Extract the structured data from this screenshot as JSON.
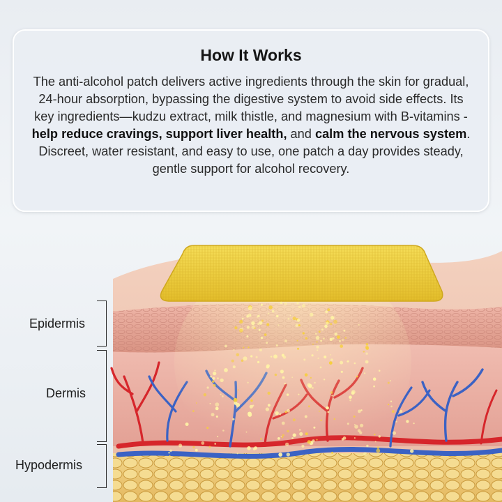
{
  "card": {
    "title": "How It Works",
    "body": {
      "part1": "The anti-alcohol patch delivers active ingredients through the skin for gradual, 24-hour absorption, bypassing the digestive system to avoid side effects. Its key ingredients—kudzu extract, milk thistle, and magnesium with B-vitamins - ",
      "bold1": "help reduce cravings, support liver health,",
      "part2": " and ",
      "bold2": "calm the nervous system",
      "part3": ". Discreet, water resistant, and easy to use, one patch a day provides steady, gentle support for alcohol recovery."
    }
  },
  "layers": {
    "epidermis": "Epidermis",
    "dermis": "Dermis",
    "hypodermis": "Hypodermis"
  },
  "colors": {
    "patch": "#f2d13e",
    "skin_surface": "#eec2ad",
    "epidermis": "#e6a99b",
    "dermis": "#e9aea4",
    "fat": "#ecc874",
    "artery": "#d6262b",
    "vein": "#3b62c4",
    "particles": "#fff3a6"
  }
}
